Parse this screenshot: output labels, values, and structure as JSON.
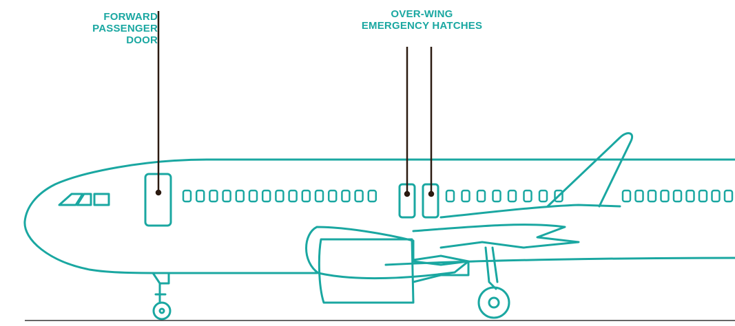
{
  "colors": {
    "aircraft_outline": "#1aa7a1",
    "label_text": "#1aa7a1",
    "leader_line": "#2b1a10",
    "ground_line": "#333333",
    "background": "#ffffff"
  },
  "callouts": {
    "forward_door": {
      "lines": [
        "FORWARD",
        "PASSENGER",
        "DOOR"
      ]
    },
    "overwing_hatches": {
      "lines": [
        "OVER-WING",
        "EMERGENCY HATCHES"
      ]
    }
  },
  "figure": {
    "window_count_front": 15,
    "window_count_mid": 8,
    "window_count_rear": 9
  }
}
